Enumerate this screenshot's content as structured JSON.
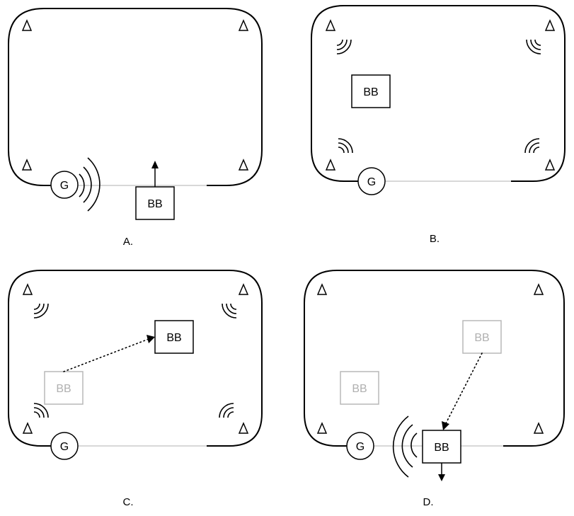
{
  "panels": [
    {
      "caption": "A.",
      "gateway": "G",
      "boxes": [
        "BB"
      ]
    },
    {
      "caption": "B.",
      "gateway": "G",
      "boxes": [
        "BB"
      ]
    },
    {
      "caption": "C.",
      "gateway": "G",
      "boxes": [
        "BB",
        "BB"
      ]
    },
    {
      "caption": "D.",
      "gateway": "G",
      "boxes": [
        "BB",
        "BB",
        "BB"
      ]
    }
  ]
}
